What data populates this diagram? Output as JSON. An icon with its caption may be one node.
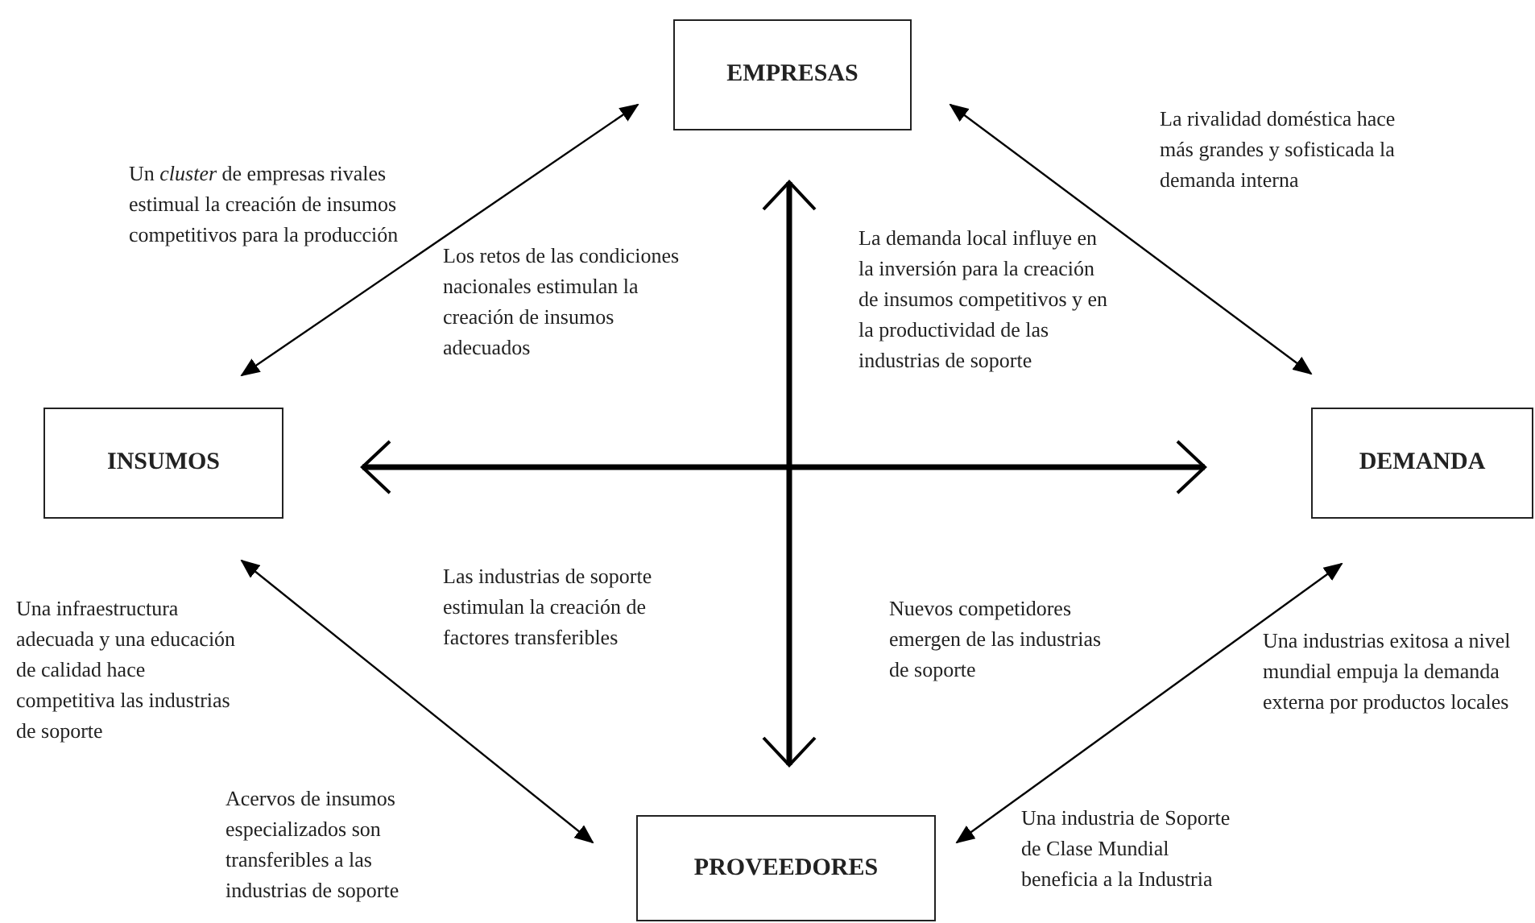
{
  "diagram": {
    "nodes": [
      {
        "text": [
          "EMPRESAS"
        ]
      },
      {
        "text": [
          "INSUMOS"
        ]
      },
      {
        "text": [
          "DEMANDA"
        ]
      },
      {
        "text": [
          "PROVEEDORES"
        ]
      }
    ],
    "edges": [
      {
        "from": 0,
        "to": 1,
        "arrow": "both"
      },
      {
        "from": 0,
        "to": 2,
        "arrow": "both"
      },
      {
        "from": 1,
        "to": 3,
        "arrow": "both"
      },
      {
        "from": 2,
        "to": 3,
        "arrow": "both"
      },
      {
        "from": 0,
        "to": 3,
        "arrow": "both",
        "style": "thick"
      },
      {
        "from": 1,
        "to": 2,
        "arrow": "both",
        "style": "thick"
      }
    ],
    "labels": [
      "La rivalidad doméstica hace más grandes y sofisticada la demanda interna",
      "Un *cluster* de empresas rivales estimual la creación de insumos competitivos para la producción",
      "La demanda local influye en la inversión para la creación de insumos competitivos y en la productividad de las industrias de soporte",
      "Los retos de las condiciones nacionales estimulan la creación de insumos adecuados",
      "Las industrias de soporte estimulan la creación de factores transferibles",
      "Una infraestructura adecuada y una educación de calidad hace competitiva las industrias de soporte",
      "Nuevos competidores emergen de las industrias de soporte",
      "Una industrias exitosa a nivel mundial empuja la demanda externa por productos locales",
      "Acervos de insumos especializados son transferibles a las industrias de soporte",
      "Una industria de Soporte de Clase Mundial beneficia a la Industria"
    ]
  }
}
